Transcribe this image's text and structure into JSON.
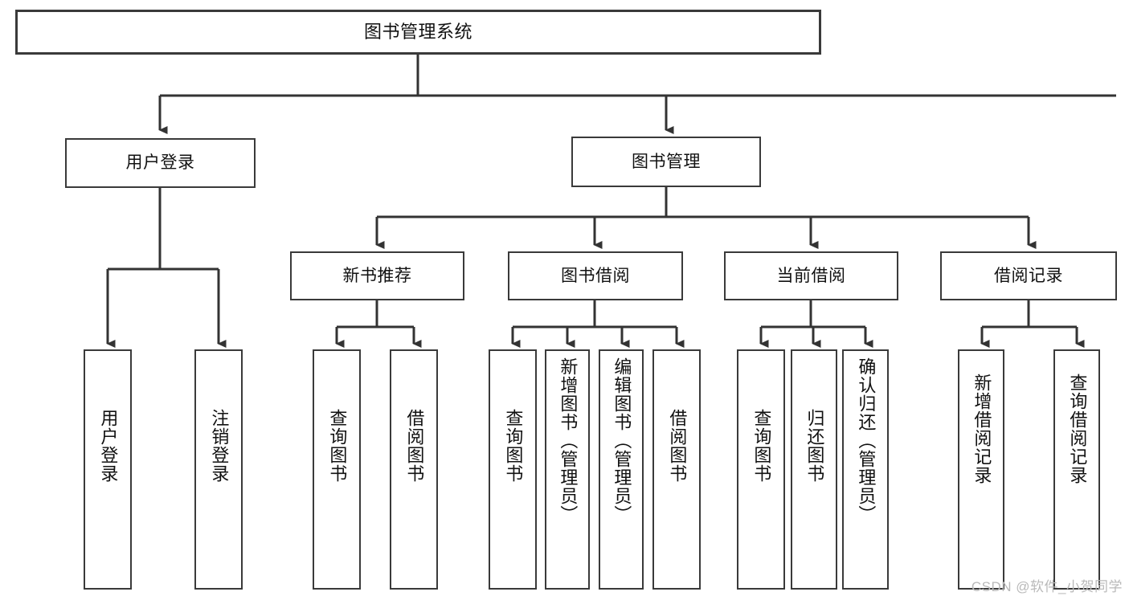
{
  "diagram": {
    "type": "tree-hierarchy",
    "orientation": "top-down",
    "root": {
      "label": "图书管理系统"
    },
    "level1": [
      {
        "label": "用户登录"
      },
      {
        "label": "图书管理"
      }
    ],
    "level2": [
      {
        "label": "新书推荐"
      },
      {
        "label": "图书借阅"
      },
      {
        "label": "当前借阅"
      },
      {
        "label": "借阅记录"
      }
    ],
    "leaves": {
      "user_login": [
        {
          "label": "用户登录"
        },
        {
          "label": "注销登录"
        }
      ],
      "new_book_recommend": [
        {
          "label": "查询图书"
        },
        {
          "label": "借阅图书"
        }
      ],
      "book_borrow": [
        {
          "label": "查询图书"
        },
        {
          "label": "新增图书（管理员）"
        },
        {
          "label": "编辑图书（管理员）"
        },
        {
          "label": "借阅图书"
        }
      ],
      "current_borrow": [
        {
          "label": "查询图书"
        },
        {
          "label": "归还图书"
        },
        {
          "label": "确认归还（管理员）"
        }
      ],
      "borrow_record": [
        {
          "label": "新增借阅记录"
        },
        {
          "label": "查询借阅记录"
        }
      ]
    }
  },
  "watermark": {
    "text": "CSDN @软件_小贺同学"
  },
  "colors": {
    "box_border": "#3a3a3a",
    "connector": "#333333",
    "background": "#ffffff",
    "text": "#111111",
    "watermark": "#b9b9b9"
  }
}
